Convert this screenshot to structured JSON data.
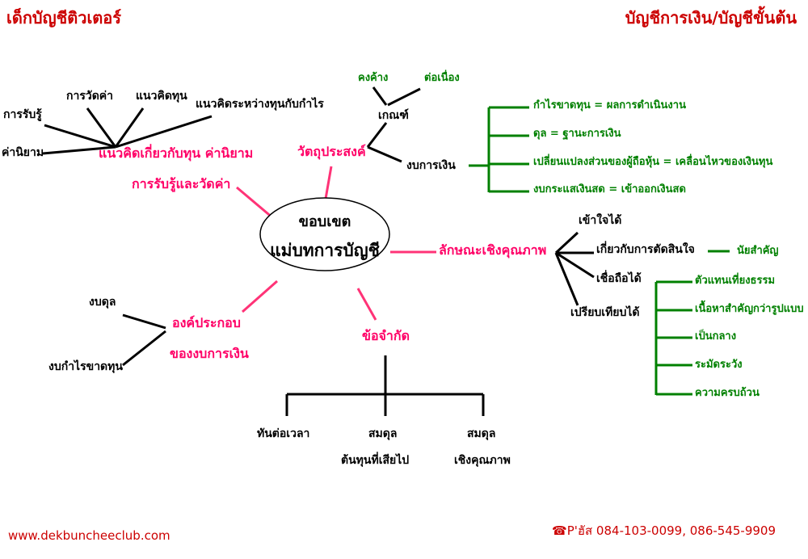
{
  "header": {
    "left_title": "เด็กบัญชีติวเตอร์",
    "right_title": "บัญชีการเงิน/บัญชีขั้นต้น"
  },
  "center": {
    "line1": "ขอบเขต",
    "line2": "แม่บทการบัญชี"
  },
  "branches": {
    "concepts": {
      "title_line1": "แนวคิดเกี่ยวกับทุน  ค่านิยาม",
      "title_line2": "การรับรู้และวัดค่า",
      "items": [
        "การรับรู้",
        "การวัดค่า",
        "แนวคิดทุน",
        "แนวคิดระหว่างทุนกับกำไร",
        "ค่านิยาม"
      ]
    },
    "objectives": {
      "title": "วัตถุประสงค์",
      "basis": {
        "label": "เกณฑ์",
        "items": [
          "คงค้าง",
          "ต่อเนื่อง"
        ]
      },
      "statements": {
        "label": "งบการเงิน",
        "items": [
          "กำไรขาดทุน = ผลการดำเนินงาน",
          "ดุล = ฐานะการเงิน",
          "เปลี่ยนแปลงส่วนของผู้ถือหุ้น = เคลื่อนไหวของเงินทุน",
          "งบกระแสเงินสด = เข้าออกเงินสด"
        ]
      }
    },
    "qualitative": {
      "title": "ลักษณะเชิงคุณภาพ",
      "items": [
        "เข้าใจได้",
        "เกี่ยวกับการตัดสินใจ",
        "เชื่อถือได้",
        "เปรียบเทียบได้"
      ],
      "relevance_sub": "นัยสำคัญ",
      "reliability_sub": [
        "ตัวแทนเที่ยงธรรม",
        "เนื้อหาสำคัญกว่ารูปแบบ",
        "เป็นกลาง",
        "ระมัดระวัง",
        "ความครบถ้วน"
      ]
    },
    "elements": {
      "title_line1": "องค์ประกอบ",
      "title_line2": "ของงบการเงิน",
      "items": [
        "งบดุล",
        "งบกำไรขาดทุน"
      ]
    },
    "constraints": {
      "title": "ข้อจำกัด",
      "items": [
        {
          "line1": "ทันต่อเวลา",
          "line2": ""
        },
        {
          "line1": "สมดุล",
          "line2": "ต้นทุนที่เสียไป"
        },
        {
          "line1": "สมดุล",
          "line2": "เชิงคุณภาพ"
        }
      ]
    }
  },
  "footer": {
    "website": "www.dekbuncheeclub.com",
    "phone_icon": "telephone-icon",
    "phone": "P'ฮัส 084-103-0099, 086-545-9909"
  },
  "colors": {
    "pink": "#ff0066",
    "green": "#008000",
    "red": "#cc0000"
  }
}
